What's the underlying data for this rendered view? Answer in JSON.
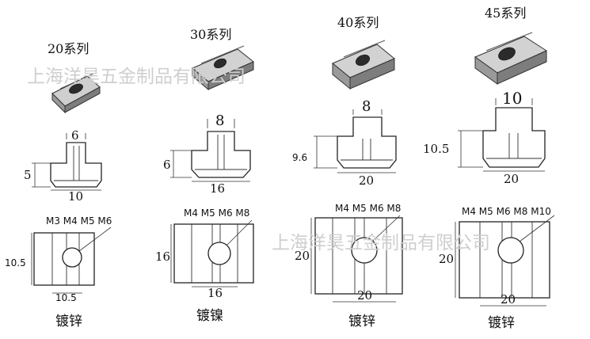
{
  "watermark": "上海洋昊五金制品有限公司",
  "series": [
    {
      "title": "20系列",
      "slot_width": "6",
      "height": "5",
      "base_width": "10",
      "threads": "M3 M4 M5 M6",
      "plate_height": "10.5",
      "plate_width": "10.5",
      "finish": "镀锌"
    },
    {
      "title": "30系列",
      "slot_width": "8",
      "height": "6",
      "base_width": "16",
      "threads": "M4 M5 M6 M8",
      "plate_height": "16",
      "plate_width": "16",
      "finish": "镀镍"
    },
    {
      "title": "40系列",
      "slot_width": "8",
      "height": "9.6",
      "base_width": "20",
      "threads": "M4 M5 M6 M8",
      "plate_height": "20",
      "plate_width": "20",
      "finish": "镀锌"
    },
    {
      "title": "45系列",
      "slot_width": "10",
      "height": "10.5",
      "base_width": "20",
      "threads": "M4 M5 M6 M8 M10",
      "plate_height": "20",
      "plate_width": "20",
      "finish": "镀锌"
    }
  ]
}
